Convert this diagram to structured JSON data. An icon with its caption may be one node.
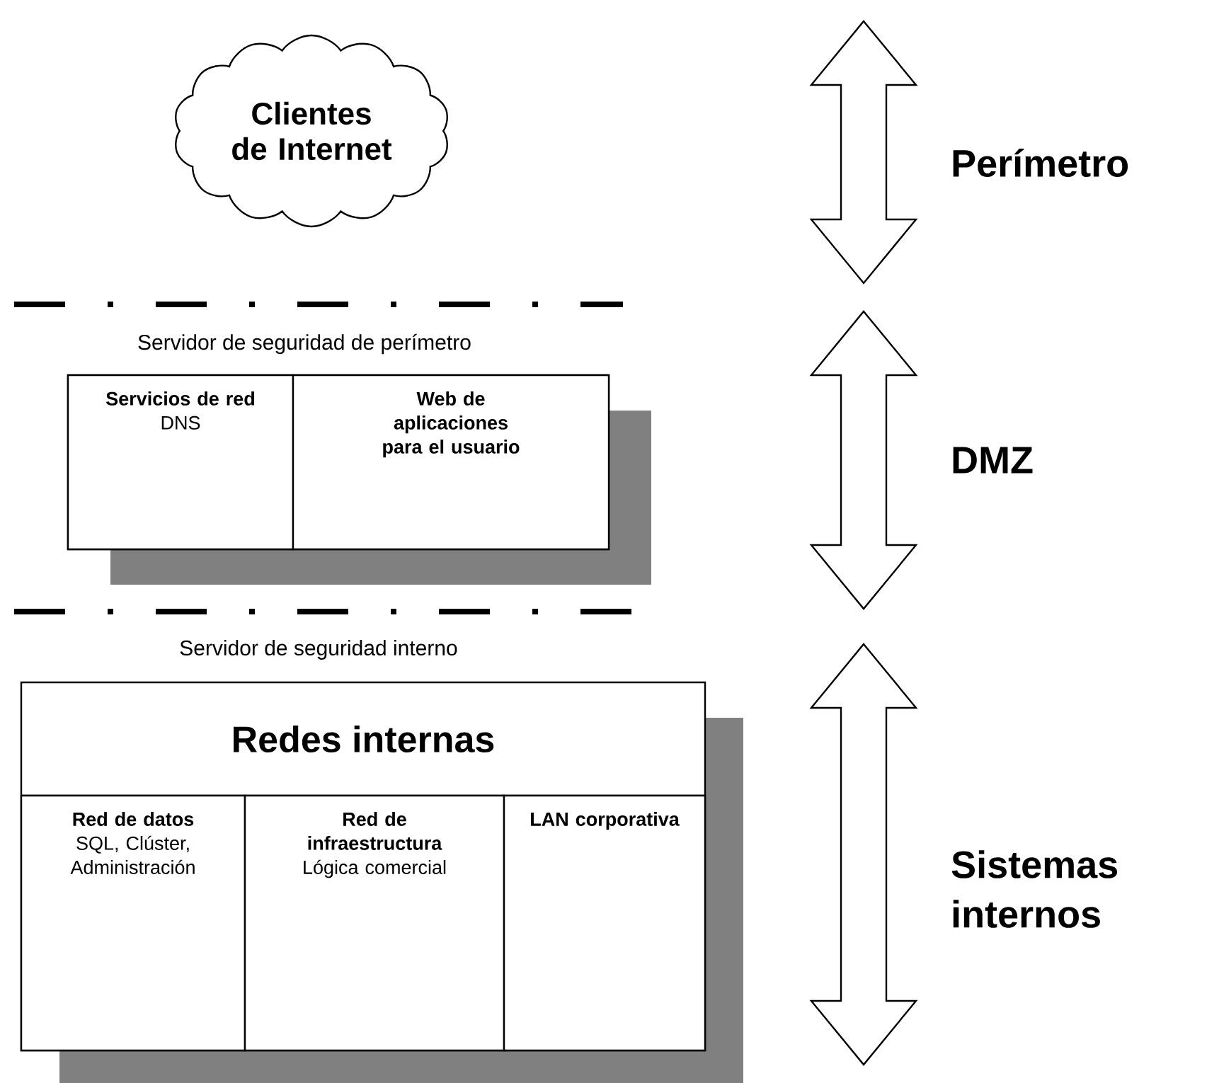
{
  "diagram": {
    "nodes": [
      {
        "text": [
          "Clientes de Internet"
        ]
      },
      {
        "text": [],
        "shape": "box"
      },
      {
        "text": [
          "Servicios de red",
          "DNS"
        ],
        "in": 1
      },
      {
        "text": [
          "Web de aplicaciones para el usuario"
        ],
        "in": 1
      },
      {
        "text": [
          "Redes internas"
        ]
      },
      {
        "text": [
          "Red de datos",
          "SQL, Clúster, Administración"
        ],
        "in": 4
      },
      {
        "text": [
          "Red de infraestructura",
          "Lógica comercial"
        ],
        "in": 4
      },
      {
        "text": [
          "LAN corporativa"
        ],
        "in": 4
      }
    ],
    "labels": [
      "Perímetro",
      "Servidor de seguridad de perímetro",
      "DMZ",
      "Servidor de seguridad interno",
      "Sistemas internos"
    ]
  }
}
